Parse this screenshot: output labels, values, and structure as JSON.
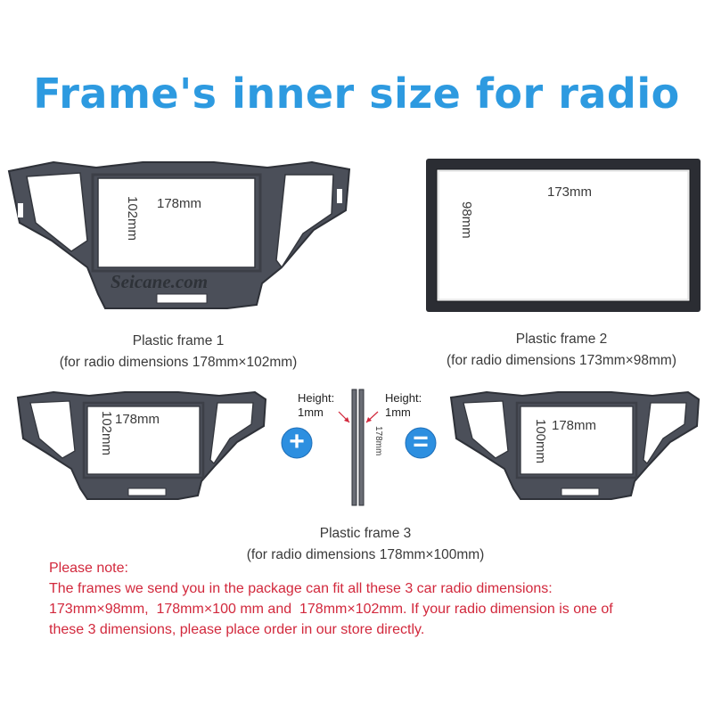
{
  "title": "Frame's inner size for radio",
  "brand_watermark": "Seicane.com",
  "frame1": {
    "width_label": "178mm",
    "height_label": "102mm",
    "caption_line1": "Plastic frame 1",
    "caption_line2": "(for radio dimensions 178mm×102mm)"
  },
  "frame2": {
    "width_label": "173mm",
    "height_label": "98mm",
    "caption_line1": "Plastic frame 2",
    "caption_line2": "(for radio dimensions 173mm×98mm)"
  },
  "frame3": {
    "left_width_label": "178mm",
    "left_height_label": "102mm",
    "spacer_length_label": "178mm",
    "spacer_left_label_1": "Height:",
    "spacer_left_label_2": "1mm",
    "spacer_right_label_1": "Height:",
    "spacer_right_label_2": "1mm",
    "plus_symbol": "+",
    "equals_symbol": "=",
    "right_width_label": "178mm",
    "right_height_label": "100mm",
    "caption_line1": "Plastic frame 3",
    "caption_line2": "(for radio dimensions 178mm×100mm)"
  },
  "note": {
    "line1": "Please note:",
    "line2": "The frames we send you in the package can fit all these 3 car radio dimensions:",
    "line3": "173mm×98mm,  178mm×100 mm and  178mm×102mm. If your radio dimension is one of",
    "line4": "these 3 dimensions, please place order in our store directly."
  },
  "colors": {
    "title": "#2d9ae0",
    "frame": "#4b4f59",
    "note": "#d2283c",
    "circle": "#2d8fe0"
  }
}
